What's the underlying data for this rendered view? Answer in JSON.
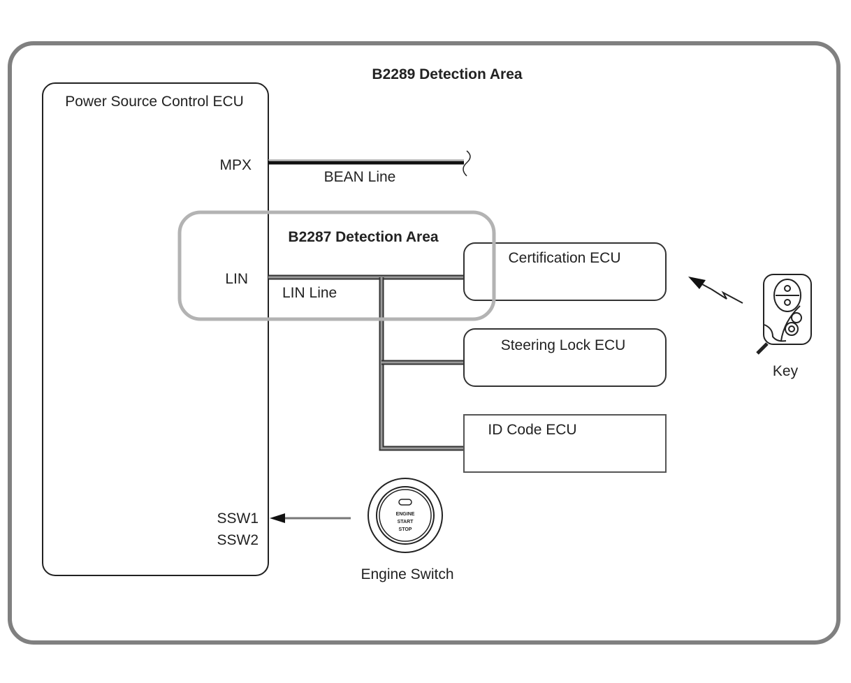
{
  "diagram": {
    "outer_area": {
      "title": "B2289 Detection Area"
    },
    "inner_area": {
      "title": "B2287 Detection Area"
    },
    "power_source_ecu": {
      "title": "Power Source Control ECU",
      "terminals": {
        "mpx": "MPX",
        "lin": "LIN",
        "ssw1": "SSW1",
        "ssw2": "SSW2"
      }
    },
    "lines": {
      "bean": "BEAN Line",
      "lin": "LIN Line"
    },
    "ecus": [
      {
        "label": "Certification ECU"
      },
      {
        "label": "Steering Lock ECU"
      },
      {
        "label": "ID Code ECU"
      }
    ],
    "key": {
      "label": "Key"
    },
    "engine_switch": {
      "label": "Engine Switch",
      "button_text": [
        "ENGINE",
        "START",
        "STOP"
      ]
    },
    "colors": {
      "outer_border": "#808080",
      "inner_area_border": "#b3b3b3",
      "line_dark": "#222222",
      "lin_line_fill": "#9a9a9a"
    }
  }
}
